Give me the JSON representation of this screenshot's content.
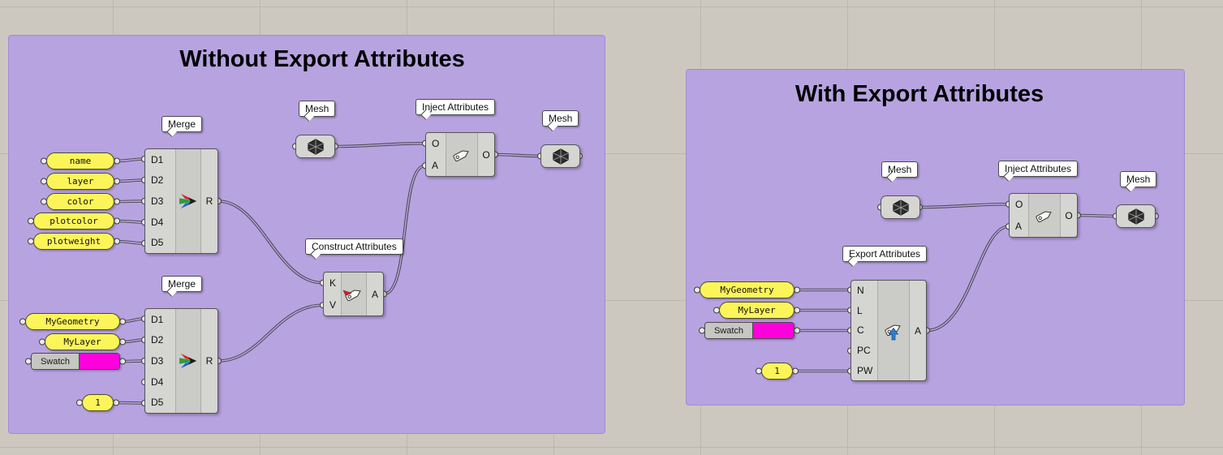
{
  "colors": {
    "group_fill": "#b7a3e0",
    "pill_yellow": "#fcf55a",
    "swatch_magenta": "#ff00dc",
    "component_gray": "#d5d5d1"
  },
  "left": {
    "title": "Without Export Attributes",
    "tags": {
      "merge_top": "Merge",
      "merge_bottom": "Merge",
      "mesh_in": "Mesh",
      "inject": "Inject Attributes",
      "mesh_out": "Mesh",
      "construct": "Construct Attributes"
    },
    "pills_top": [
      "name",
      "layer",
      "color",
      "plotcolor",
      "plotweight"
    ],
    "merge_ports": [
      "D1",
      "D2",
      "D3",
      "D4",
      "D5"
    ],
    "merge_out": "R",
    "pill_geometry": "MyGeometry",
    "pill_layer": "MyLayer",
    "swatch_label": "Swatch",
    "pill_one": "1",
    "construct_ports": [
      "K",
      "V"
    ],
    "construct_out": "A",
    "inject_ports": [
      "O",
      "A"
    ],
    "inject_out": "O"
  },
  "right": {
    "title": "With Export Attributes",
    "tags": {
      "mesh_in": "Mesh",
      "inject": "Inject Attributes",
      "mesh_out": "Mesh",
      "export": "Export Attributes"
    },
    "pill_geometry": "MyGeometry",
    "pill_layer": "MyLayer",
    "swatch_label": "Swatch",
    "pill_one": "1",
    "export_ports": [
      "N",
      "L",
      "C",
      "PC",
      "PW"
    ],
    "export_out": "A",
    "inject_ports": [
      "O",
      "A"
    ],
    "inject_out": "O"
  }
}
